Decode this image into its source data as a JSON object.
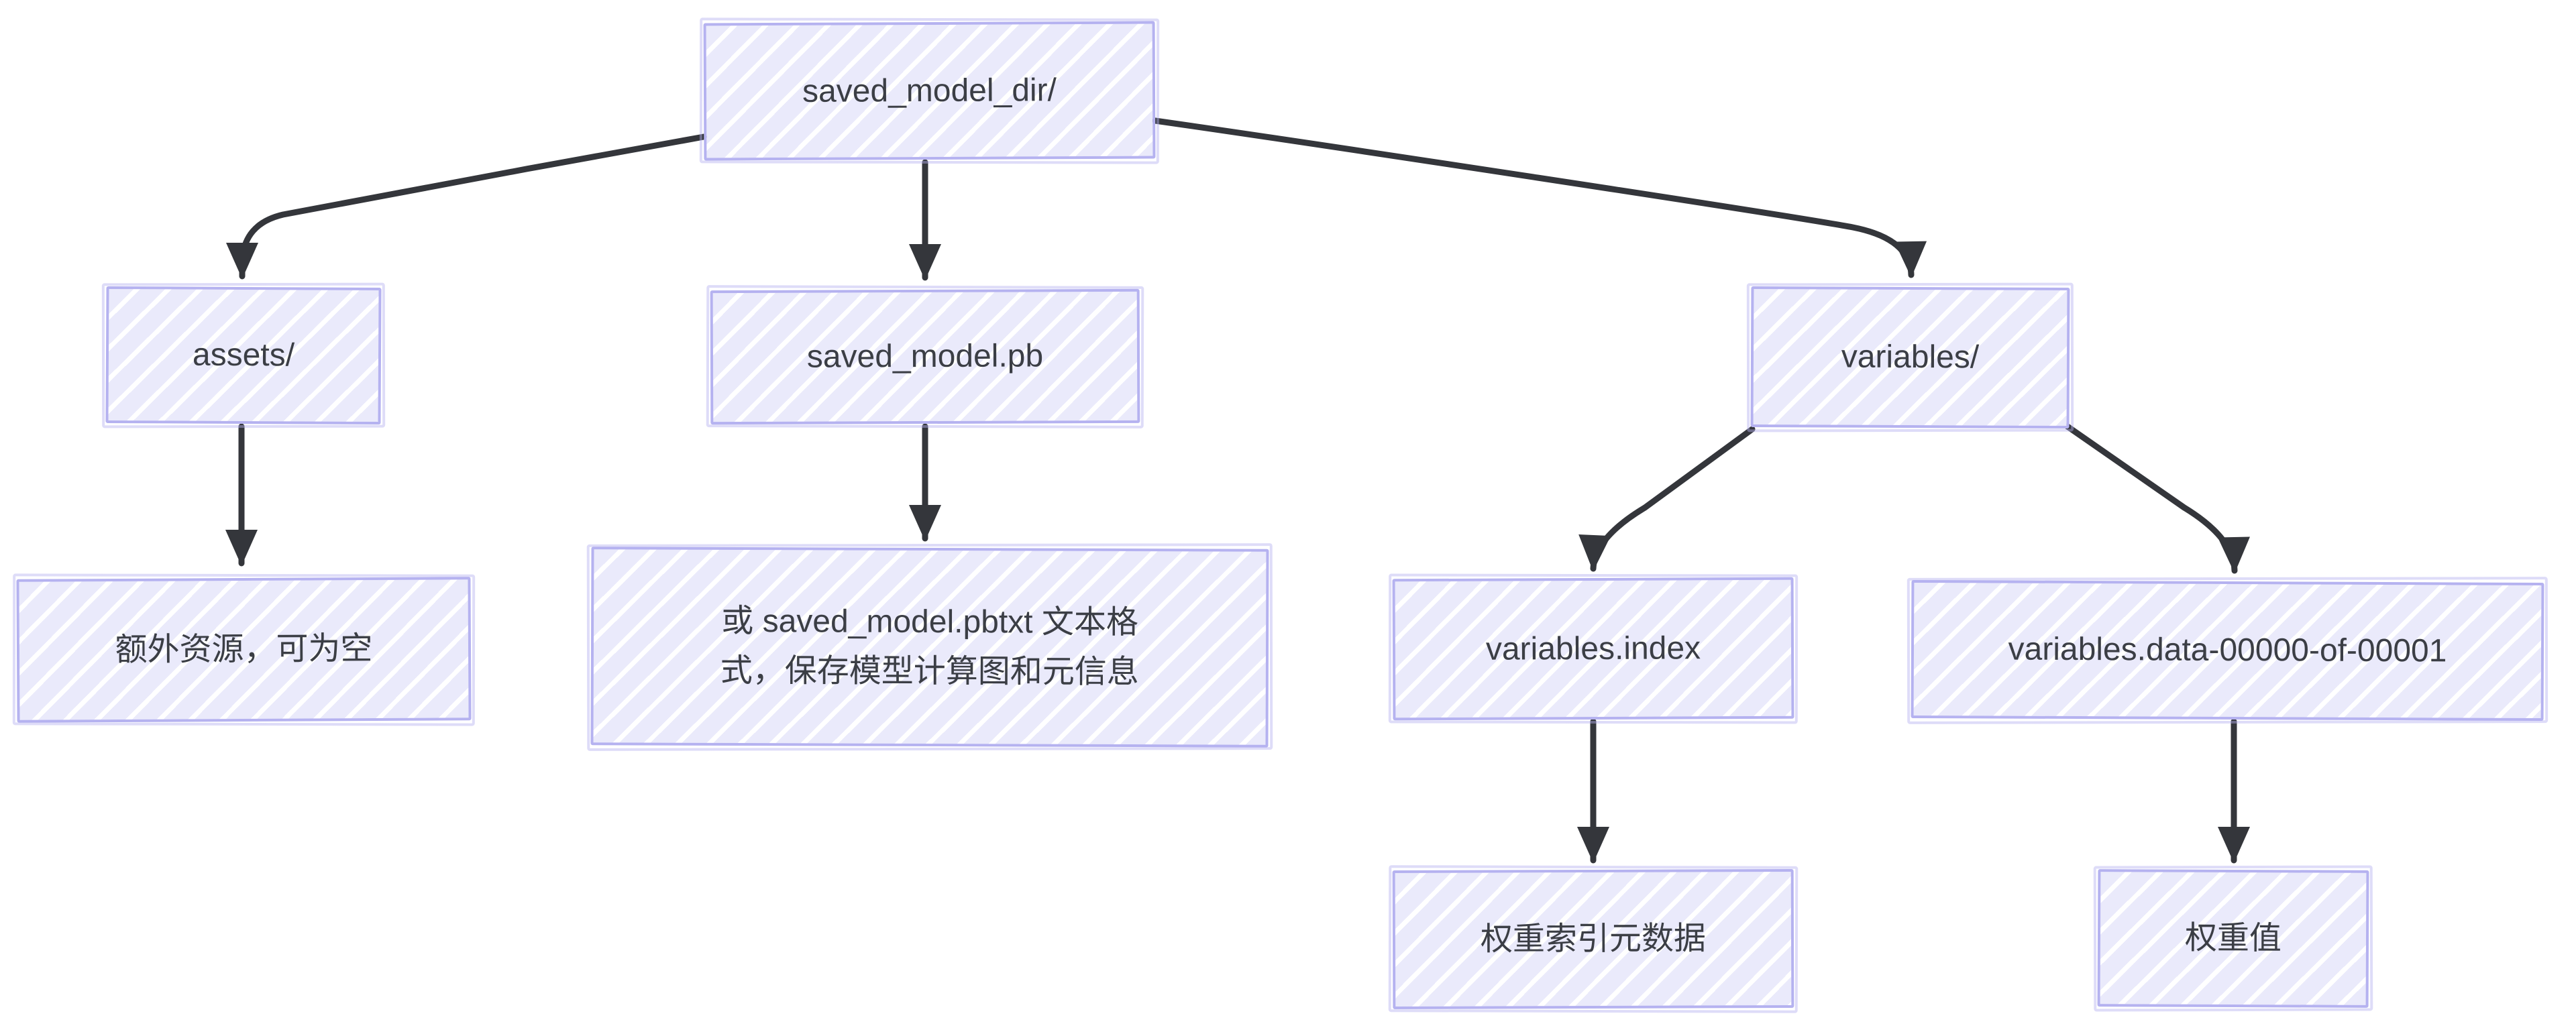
{
  "diagram": {
    "background": "#ffffff",
    "colors": {
      "box_border": "#b5b2f0",
      "box_fill": "#eaeafb",
      "box_hatch": "#ffffff",
      "text": "#3b3e45",
      "arrow": "#34363b"
    },
    "nodes": {
      "root": {
        "label": "saved_model_dir/"
      },
      "assets": {
        "label": "assets/"
      },
      "saved_model_pb": {
        "label": "saved_model.pb"
      },
      "variables": {
        "label": "variables/"
      },
      "assets_note": {
        "label": "额外资源，可为空"
      },
      "pb_note": {
        "label": "或 saved_model.pbtxt 文本格式，保存模型计算图和元信息",
        "lines": [
          "或 saved_model.pbtxt 文本格",
          "式，保存模型计算图和元信息"
        ]
      },
      "variables_index": {
        "label": "variables.index"
      },
      "variables_data": {
        "label": "variables.data-00000-of-00001"
      },
      "index_note": {
        "label": "权重索引元数据"
      },
      "data_note": {
        "label": "权重值"
      }
    },
    "edges": [
      {
        "from": "root",
        "to": "assets"
      },
      {
        "from": "root",
        "to": "saved_model_pb"
      },
      {
        "from": "root",
        "to": "variables"
      },
      {
        "from": "assets",
        "to": "assets_note"
      },
      {
        "from": "saved_model_pb",
        "to": "pb_note"
      },
      {
        "from": "variables",
        "to": "variables_index"
      },
      {
        "from": "variables",
        "to": "variables_data"
      },
      {
        "from": "variables_index",
        "to": "index_note"
      },
      {
        "from": "variables_data",
        "to": "data_note"
      }
    ]
  }
}
